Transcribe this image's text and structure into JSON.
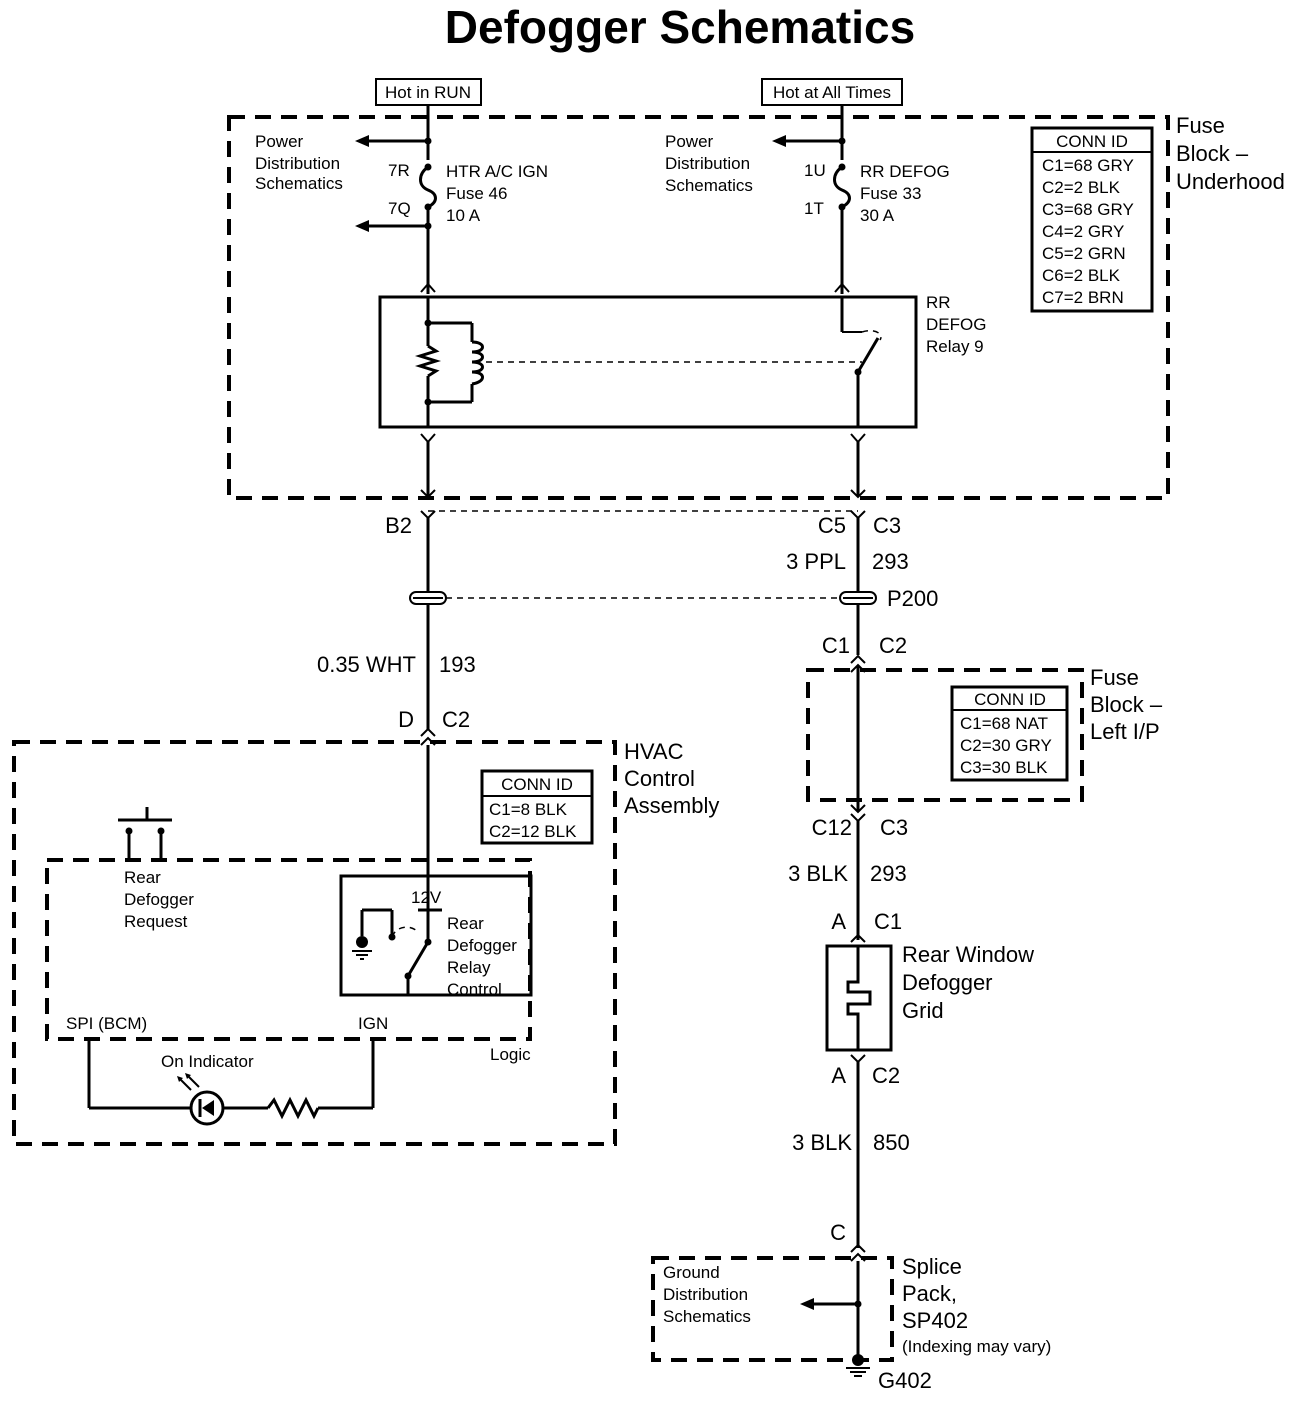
{
  "title": "Defogger Schematics",
  "sources": {
    "hot_run": "Hot in RUN",
    "hot_all": "Hot at All Times"
  },
  "fuse_block_underhood": {
    "label_1": "Fuse",
    "label_2": "Block –",
    "label_3": "Underhood",
    "conn_title": "CONN ID",
    "conn": [
      "C1=68 GRY",
      "C2=2 BLK",
      "C3=68 GRY",
      "C4=2 GRY",
      "C5=2 GRN",
      "C6=2 BLK",
      "C7=2 BRN"
    ],
    "pds_left": [
      "Power",
      "Distribution",
      "Schematics"
    ],
    "pds_right": [
      "Power",
      "Distribution",
      "Schematics"
    ],
    "fuse46": {
      "pin_in": "7R",
      "pin_out": "7Q",
      "name": "HTR A/C IGN",
      "fuse": "Fuse 46",
      "rating": "10 A"
    },
    "fuse33": {
      "pin_in": "1U",
      "pin_out": "1T",
      "name": "RR DEFOG",
      "fuse": "Fuse 33",
      "rating": "30 A"
    },
    "relay": [
      "RR",
      "DEFOG",
      "Relay 9"
    ]
  },
  "connectors": {
    "b2": "B2",
    "c5": "C5",
    "c3_top": "C3",
    "wire_ppl": "3 PPL",
    "wire_293a": "293",
    "p200": "P200",
    "c1": "C1",
    "c2": "C2",
    "wire_wht": "0.35 WHT",
    "wire_193": "193",
    "d": "D",
    "c2_hvac": "C2",
    "c12": "C12",
    "c3_lip": "C3",
    "wire_blk": "3 BLK",
    "wire_293b": "293",
    "a_top": "A",
    "c1_grid": "C1",
    "a_bot": "A",
    "c2_grid": "C2",
    "wire_blk2": "3 BLK",
    "wire_850": "850",
    "c_splice": "C"
  },
  "fuse_block_left": {
    "label_1": "Fuse",
    "label_2": "Block –",
    "label_3": "Left I/P",
    "conn_title": "CONN ID",
    "conn": [
      "C1=68 NAT",
      "C2=30 GRY",
      "C3=30 BLK"
    ]
  },
  "hvac": {
    "label_1": "HVAC",
    "label_2": "Control",
    "label_3": "Assembly",
    "conn_title": "CONN ID",
    "conn": [
      "C1=8 BLK",
      "C2=12 BLK"
    ],
    "request": [
      "Rear",
      "Defogger",
      "Request"
    ],
    "relay_ctrl": [
      "Rear",
      "Defogger",
      "Relay",
      "Control"
    ],
    "v12": "12V",
    "spi": "SPI (BCM)",
    "ign": "IGN",
    "logic": "Logic",
    "indicator": "On Indicator"
  },
  "grid": [
    "Rear Window",
    "Defogger",
    "Grid"
  ],
  "splice": {
    "label_1": "Splice",
    "label_2": "Pack,",
    "label_3": "SP402",
    "note": "(Indexing may vary)",
    "gds": [
      "Ground",
      "Distribution",
      "Schematics"
    ],
    "ground": "G402"
  }
}
